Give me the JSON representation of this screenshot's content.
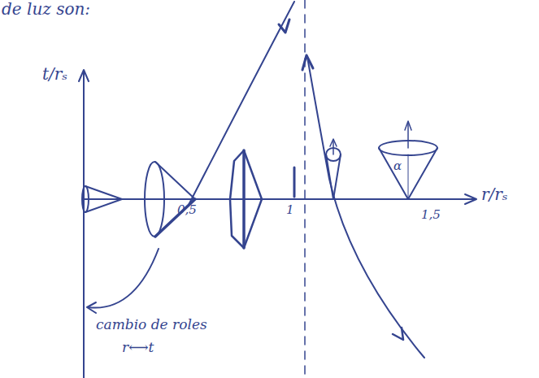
{
  "diagram": {
    "labels": [
      "de luz son:",
      "t/rₛ",
      "0,5",
      "1",
      "1,5",
      "r/rₛ",
      "α",
      "cambio de roles",
      "r⟷t"
    ]
  }
}
